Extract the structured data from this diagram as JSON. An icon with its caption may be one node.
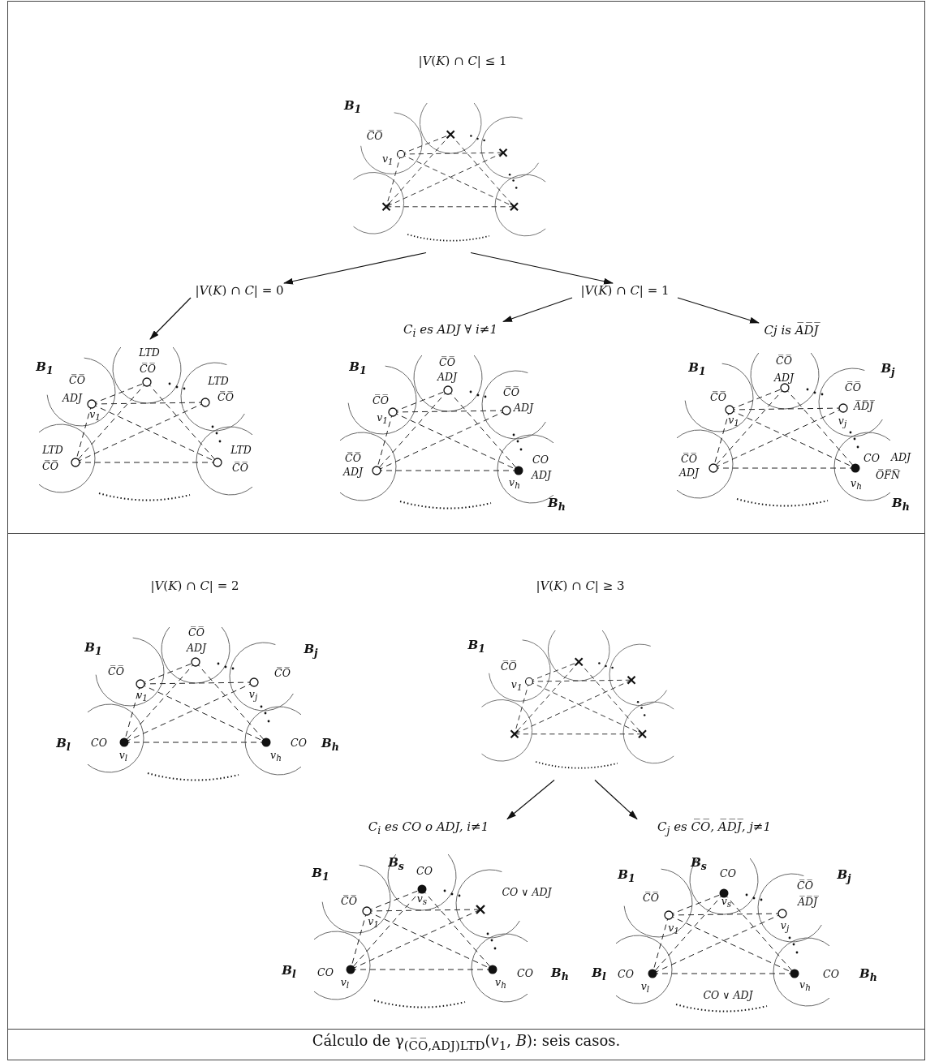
{
  "diagram": {
    "caption": "Cálculo de γ$_{(C̅O̅,ADJ)LTD}$(*v*$_{1}$, *B*): seis casos.",
    "nodes": [
      {
        "text": [
          "|*V*(*K*) ∩ *C*| ≤ 1"
        ]
      },
      {
        "text": [
          "B$_{1}$",
          "C̅O̅",
          "v$_{1}$"
        ]
      },
      {
        "text": [
          "|*V*(*K*) ∩ *C*| = 0"
        ]
      },
      {
        "text": [
          "|*V*(*K*) ∩ *C*| = 1"
        ]
      },
      {
        "text": [
          "B$_{1}$",
          "LTD",
          "C̅O̅",
          "C̅O̅",
          "LTD",
          "ADJ",
          "C̅O̅",
          "v$_{1}$",
          "LTD",
          "LTD",
          "C̅O̅",
          "C̅O̅"
        ]
      },
      {
        "text": [
          "C$_{i}$ es ADJ ∀ i≠1"
        ]
      },
      {
        "text": [
          "Cj is A̅D̅J̅"
        ]
      },
      {
        "text": [
          "B$_{1}$",
          "C̅O̅",
          "ADJ",
          "C̅O̅",
          "C̅O̅",
          "ADJ",
          "v$_{1}$",
          "C̅O̅",
          "CO",
          "ADJ",
          "ADJ",
          "v$_{h}$",
          "B$_{h}$"
        ]
      },
      {
        "text": [
          "C̅O̅",
          "B$_{1}$",
          "B$_{j}$",
          "ADJ",
          "C̅O̅",
          "C̅O̅",
          "A̅D̅J̅",
          "v$_{1}$",
          "v$_{j}$",
          "C̅O̅",
          "CO",
          "ADJ",
          "ADJ",
          "O̅F̅N̅",
          "v$_{h}$",
          "B$_{h}$"
        ]
      },
      {
        "text": [
          "|*V*(*K*) ∩ *C*| = 2"
        ]
      },
      {
        "text": [
          "B$_{1}$",
          "C̅O̅",
          "ADJ",
          "B$_{j}$",
          "C̅O̅",
          "C̅O̅",
          "v$_{1}$",
          "v$_{j}$",
          "B$_{l}$",
          "CO",
          "CO",
          "B$_{h}$",
          "v$_{l}$",
          "v$_{h}$"
        ]
      },
      {
        "text": [
          "|*V*(*K*) ∩ *C*| ≥ 3"
        ]
      },
      {
        "text": [
          "B$_{1}$",
          "C̅O̅",
          "v$_{1}$"
        ]
      },
      {
        "text": [
          "C$_{i}$ es CO o ADJ, i≠1"
        ]
      },
      {
        "text": [
          "C$_{j}$ es C̅O̅, A̅D̅J̅, j≠1"
        ]
      },
      {
        "text": [
          "B$_{1}$",
          "B$_{s}$",
          "CO",
          "CO ∨ ADJ",
          "v$_{s}$",
          "C̅O̅",
          "v$_{1}$",
          "B$_{l}$",
          "CO",
          "CO",
          "B$_{h}$",
          "v$_{l}$",
          "v$_{h}$"
        ]
      },
      {
        "text": [
          "B$_{1}$",
          "B$_{s}$",
          "CO",
          "B$_{j}$",
          "C̅O̅",
          "C̅O̅",
          "v$_{s}$",
          "A̅D̅J̅",
          "v$_{j}$",
          "v$_{1}$",
          "B$_{l}$",
          "CO",
          "CO",
          "B$_{h}$",
          "v$_{l}$",
          "v$_{h}$",
          "CO ∨ ADJ"
        ]
      }
    ],
    "edges": [
      {
        "from": 1,
        "to": 2,
        "arrow": "to"
      },
      {
        "from": 1,
        "to": 3,
        "arrow": "to"
      },
      {
        "from": 2,
        "to": 4,
        "arrow": "to"
      },
      {
        "from": 3,
        "to": 5,
        "arrow": "to"
      },
      {
        "from": 3,
        "to": 6,
        "arrow": "to"
      },
      {
        "from": 12,
        "to": 13,
        "arrow": "to"
      },
      {
        "from": 12,
        "to": 14,
        "arrow": "to"
      }
    ]
  }
}
